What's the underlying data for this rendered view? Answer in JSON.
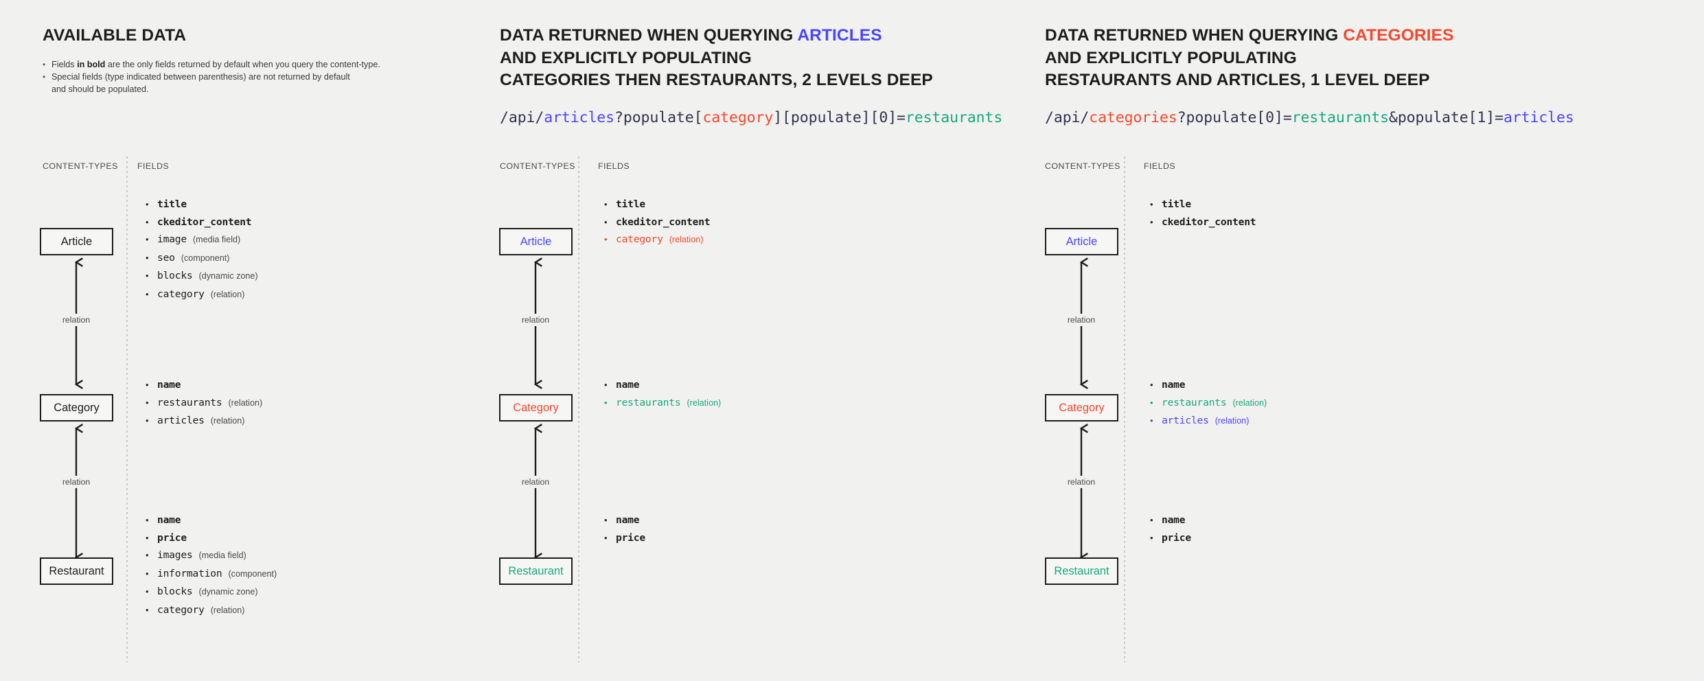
{
  "panels": [
    {
      "id": "available-data",
      "title_plain": "AVAILABLE DATA",
      "notes": [
        {
          "prefix": "Fields ",
          "bold": "in bold",
          "suffix": " are the only fields returned by default when you query the content-type."
        },
        {
          "prefix": "Special fields (type indicated between parenthesis) are not returned by default\nand should be populated.",
          "bold": "",
          "suffix": ""
        }
      ],
      "col_labels": {
        "content_types": "CONTENT-TYPES",
        "fields": "FIELDS"
      },
      "nodes": [
        {
          "label": "Article",
          "color": "default"
        },
        {
          "label": "Category",
          "color": "default"
        },
        {
          "label": "Restaurant",
          "color": "default"
        }
      ],
      "relations": [
        {
          "label": "relation"
        },
        {
          "label": "relation"
        }
      ],
      "field_groups": [
        {
          "owner": "Article",
          "fields": [
            {
              "name": "title",
              "type": "",
              "bold": true,
              "color": "default"
            },
            {
              "name": "ckeditor_content",
              "type": "",
              "bold": true,
              "color": "default"
            },
            {
              "name": "image",
              "type": "(media field)",
              "bold": false,
              "color": "default"
            },
            {
              "name": "seo",
              "type": "(component)",
              "bold": false,
              "color": "default"
            },
            {
              "name": "blocks",
              "type": "(dynamic zone)",
              "bold": false,
              "color": "default"
            },
            {
              "name": "category",
              "type": "(relation)",
              "bold": false,
              "color": "default"
            }
          ]
        },
        {
          "owner": "Category",
          "fields": [
            {
              "name": "name",
              "type": "",
              "bold": true,
              "color": "default"
            },
            {
              "name": "restaurants",
              "type": "(relation)",
              "bold": false,
              "color": "default"
            },
            {
              "name": "articles",
              "type": "(relation)",
              "bold": false,
              "color": "default"
            }
          ]
        },
        {
          "owner": "Restaurant",
          "fields": [
            {
              "name": "name",
              "type": "",
              "bold": true,
              "color": "default"
            },
            {
              "name": "price",
              "type": "",
              "bold": true,
              "color": "default"
            },
            {
              "name": "images",
              "type": "(media field)",
              "bold": false,
              "color": "default"
            },
            {
              "name": "information",
              "type": "(component)",
              "bold": false,
              "color": "default"
            },
            {
              "name": "blocks",
              "type": "(dynamic zone)",
              "bold": false,
              "color": "default"
            },
            {
              "name": "category",
              "type": "(relation)",
              "bold": false,
              "color": "default"
            }
          ]
        }
      ]
    },
    {
      "id": "query-articles",
      "title_line1_a": "DATA RETURNED WHEN QUERYING ",
      "title_line1_hl": "ARTICLES",
      "title_line2": "AND EXPLICITLY POPULATING",
      "title_line3": "CATEGORIES THEN RESTAURANTS, 2 LEVELS DEEP",
      "api": [
        {
          "t": "/api/",
          "c": "default"
        },
        {
          "t": "articles",
          "c": "blue"
        },
        {
          "t": "?populate[",
          "c": "default"
        },
        {
          "t": "category",
          "c": "red"
        },
        {
          "t": "][populate][0]=",
          "c": "default"
        },
        {
          "t": "restaurants",
          "c": "green"
        }
      ],
      "col_labels": {
        "content_types": "CONTENT-TYPES",
        "fields": "FIELDS"
      },
      "nodes": [
        {
          "label": "Article",
          "color": "blue"
        },
        {
          "label": "Category",
          "color": "red"
        },
        {
          "label": "Restaurant",
          "color": "green"
        }
      ],
      "relations": [
        {
          "label": "relation"
        },
        {
          "label": "relation"
        }
      ],
      "field_groups": [
        {
          "owner": "Article",
          "fields": [
            {
              "name": "title",
              "type": "",
              "bold": true,
              "color": "default"
            },
            {
              "name": "ckeditor_content",
              "type": "",
              "bold": true,
              "color": "default"
            },
            {
              "name": "category",
              "type": "(relation)",
              "bold": false,
              "color": "red"
            }
          ]
        },
        {
          "owner": "Category",
          "fields": [
            {
              "name": "name",
              "type": "",
              "bold": true,
              "color": "default"
            },
            {
              "name": "restaurants",
              "type": "(relation)",
              "bold": false,
              "color": "green"
            }
          ]
        },
        {
          "owner": "Restaurant",
          "fields": [
            {
              "name": "name",
              "type": "",
              "bold": true,
              "color": "default"
            },
            {
              "name": "price",
              "type": "",
              "bold": true,
              "color": "default"
            }
          ]
        }
      ]
    },
    {
      "id": "query-categories",
      "title_line1_a": "DATA RETURNED WHEN QUERYING ",
      "title_line1_hl": "CATEGORIES",
      "title_line2": "AND EXPLICITLY POPULATING",
      "title_line3": "RESTAURANTS AND ARTICLES, 1 LEVEL DEEP",
      "api": [
        {
          "t": "/api/",
          "c": "default"
        },
        {
          "t": "categories",
          "c": "red"
        },
        {
          "t": "?populate[0]=",
          "c": "default"
        },
        {
          "t": "restaurants",
          "c": "green"
        },
        {
          "t": "&populate[1]=",
          "c": "default"
        },
        {
          "t": "articles",
          "c": "blue"
        }
      ],
      "col_labels": {
        "content_types": "CONTENT-TYPES",
        "fields": "FIELDS"
      },
      "nodes": [
        {
          "label": "Article",
          "color": "blue"
        },
        {
          "label": "Category",
          "color": "red"
        },
        {
          "label": "Restaurant",
          "color": "green"
        }
      ],
      "relations": [
        {
          "label": "relation"
        },
        {
          "label": "relation"
        }
      ],
      "field_groups": [
        {
          "owner": "Article",
          "fields": [
            {
              "name": "title",
              "type": "",
              "bold": true,
              "color": "default"
            },
            {
              "name": "ckeditor_content",
              "type": "",
              "bold": true,
              "color": "default"
            }
          ]
        },
        {
          "owner": "Category",
          "fields": [
            {
              "name": "name",
              "type": "",
              "bold": true,
              "color": "default"
            },
            {
              "name": "restaurants",
              "type": "(relation)",
              "bold": false,
              "color": "green"
            },
            {
              "name": "articles",
              "type": "(relation)",
              "bold": false,
              "color": "blue"
            }
          ]
        },
        {
          "owner": "Restaurant",
          "fields": [
            {
              "name": "name",
              "type": "",
              "bold": true,
              "color": "default"
            },
            {
              "name": "price",
              "type": "",
              "bold": true,
              "color": "default"
            }
          ]
        }
      ]
    }
  ],
  "colors": {
    "background": "#f1f1f0",
    "ink": "#1d1d1b",
    "blue": "#4945ff",
    "red": "#f5482c",
    "green": "#18a87c",
    "muted": "#4a4a46"
  }
}
